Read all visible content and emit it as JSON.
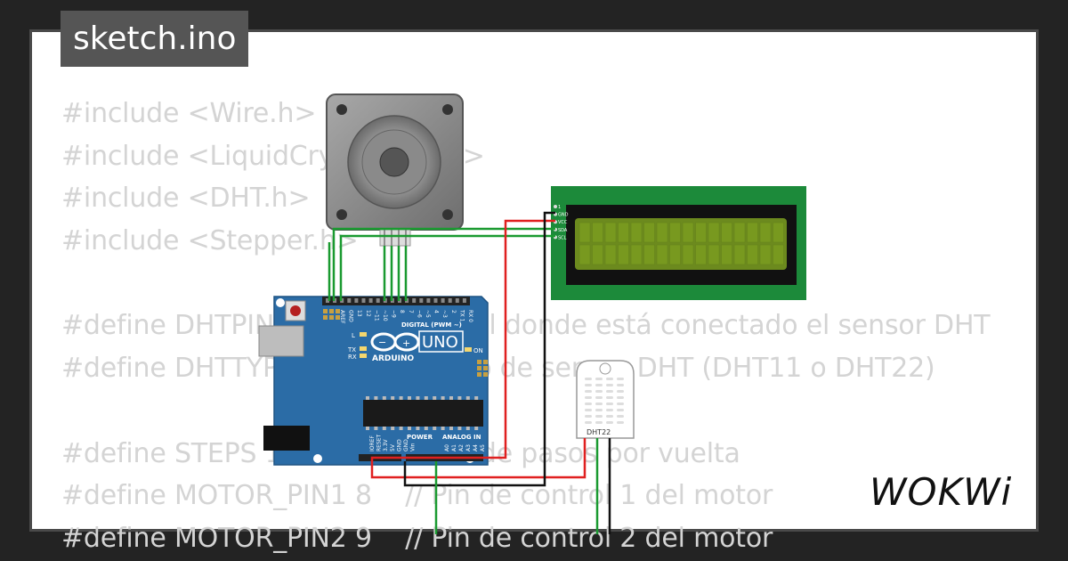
{
  "title": "sketch.ino",
  "brand": "WOKWi",
  "code_lines": [
    "#include <Wire.h>",
    "#include <LiquidCrystal_I2C.h>",
    "#include <DHT.h>",
    "#include <Stepper.h>",
    "",
    "#define DHTPIN 2     // Pin digital donde está conectado el sensor DHT",
    "#define DHTTYPE DHT22  // Tipo de sensor DHT (DHT11 o DHT22)",
    "",
    "#define STEPS 100   // Número de pasos por vuelta",
    "#define MOTOR_PIN1 8    // Pin de control 1 del motor",
    "#define MOTOR_PIN2 9    // Pin de control 2 del motor"
  ],
  "arduino": {
    "model": "UNO",
    "brand": "ARDUINO",
    "digital_label": "DIGITAL (PWM ~)",
    "power_label": "POWER",
    "analog_label": "ANALOG IN",
    "led_l": "L",
    "led_tx": "TX",
    "led_rx": "RX",
    "on_label": "ON",
    "top_pins": [
      "AREF",
      "GND",
      "13",
      "12",
      "~11",
      "~10",
      "~9",
      "8",
      "7",
      "~6",
      "~5",
      "4",
      "~3",
      "2",
      "TX 1",
      "RX 0"
    ],
    "power_pins": [
      "IOREF",
      "RESET",
      "3.3V",
      "5V",
      "GND",
      "GND",
      "Vin"
    ],
    "analog_pins": [
      "A0",
      "A1",
      "A2",
      "A3",
      "A4",
      "A5"
    ]
  },
  "lcd": {
    "pins": [
      "1",
      "GND",
      "VCC",
      "SDA",
      "SCL"
    ]
  },
  "sensor": {
    "label": "DHT22"
  },
  "colors": {
    "background": "#232323",
    "card": "#ffffff",
    "code_text": "#d4d4d4",
    "title_bg": "#555555",
    "arduino_board": "#2b6ca6",
    "lcd_board": "#1c8a3a",
    "lcd_screen": "#6c8a1e",
    "wire_red": "#e02020",
    "wire_green": "#1a9a30",
    "wire_black": "#111111"
  }
}
